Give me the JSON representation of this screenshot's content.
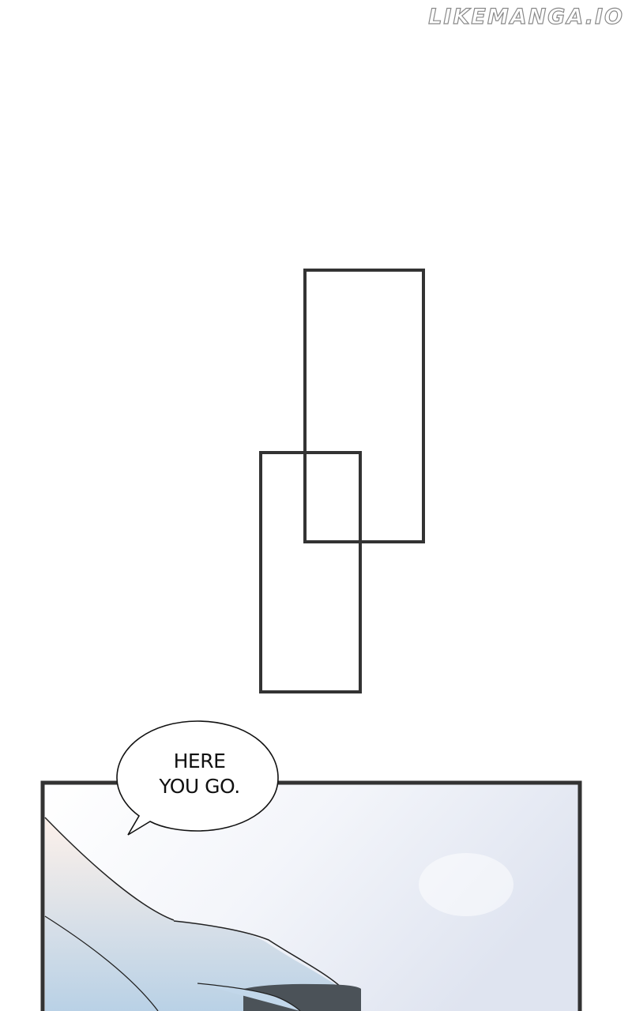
{
  "watermark": "LIKEMANGA.IO",
  "speech_bubble": {
    "line1": "HERE",
    "line2": "YOU GO."
  },
  "colors": {
    "panel_border": "#333333",
    "sky": "#e3e8f3",
    "skin": "#fdf1ea",
    "shadow": "#bcd3e6",
    "cup": "#4b5258"
  }
}
